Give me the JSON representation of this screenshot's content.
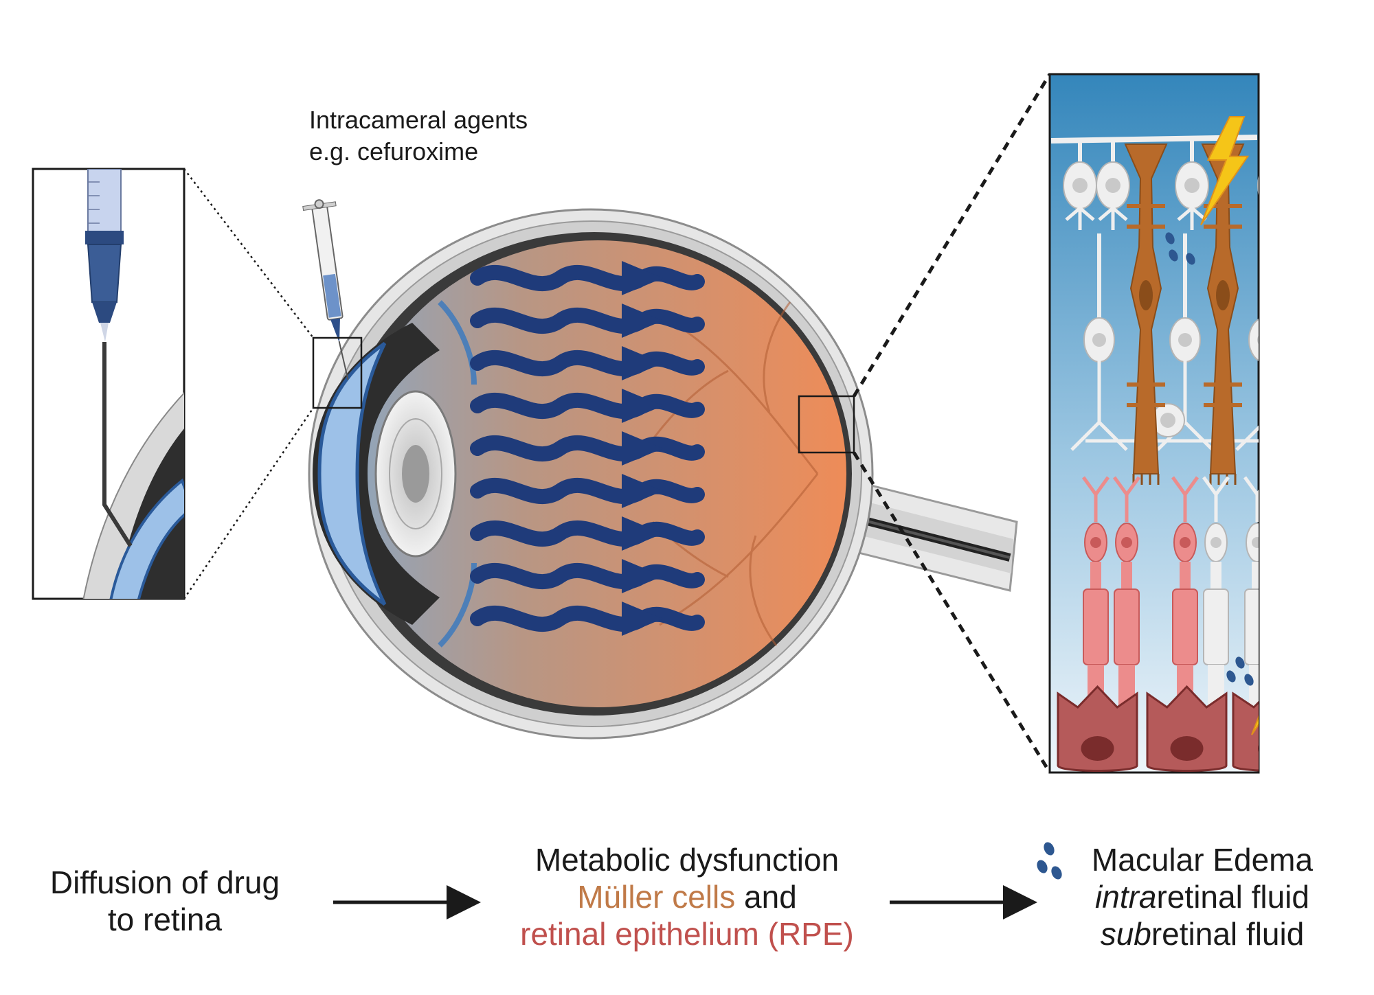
{
  "injection_label": {
    "line1": "Intracameral agents",
    "line2": "e.g. cefuroxime"
  },
  "flow": {
    "step1": {
      "line1": "Diffusion of drug",
      "line2": "to retina"
    },
    "step2": {
      "line1": "Metabolic dysfunction",
      "line2_colored": "Müller cells",
      "line2_rest": " and",
      "line3_colored": "retinal epithelium (RPE)"
    },
    "step3": {
      "line1": "Macular Edema",
      "line2_italic": "intra",
      "line2_rest": "retinal fluid",
      "line3_italic": "sub",
      "line3_rest": "retinal fluid"
    }
  },
  "colors": {
    "arrow_blue": "#1f3b7a",
    "eye_orange": "#e58a55",
    "muller_brown": "#b86a2a",
    "photoreceptor_pink": "#ec8c8c",
    "rpe_red": "#b55a5a",
    "panel_blue_top": "#3d8bbd",
    "panel_blue_bottom": "#eaf3f9",
    "lightning": "#f5c518"
  },
  "icons": [
    "syringe-icon",
    "lightning-icon",
    "fluid-droplet-icon",
    "arrow-right-icon"
  ]
}
